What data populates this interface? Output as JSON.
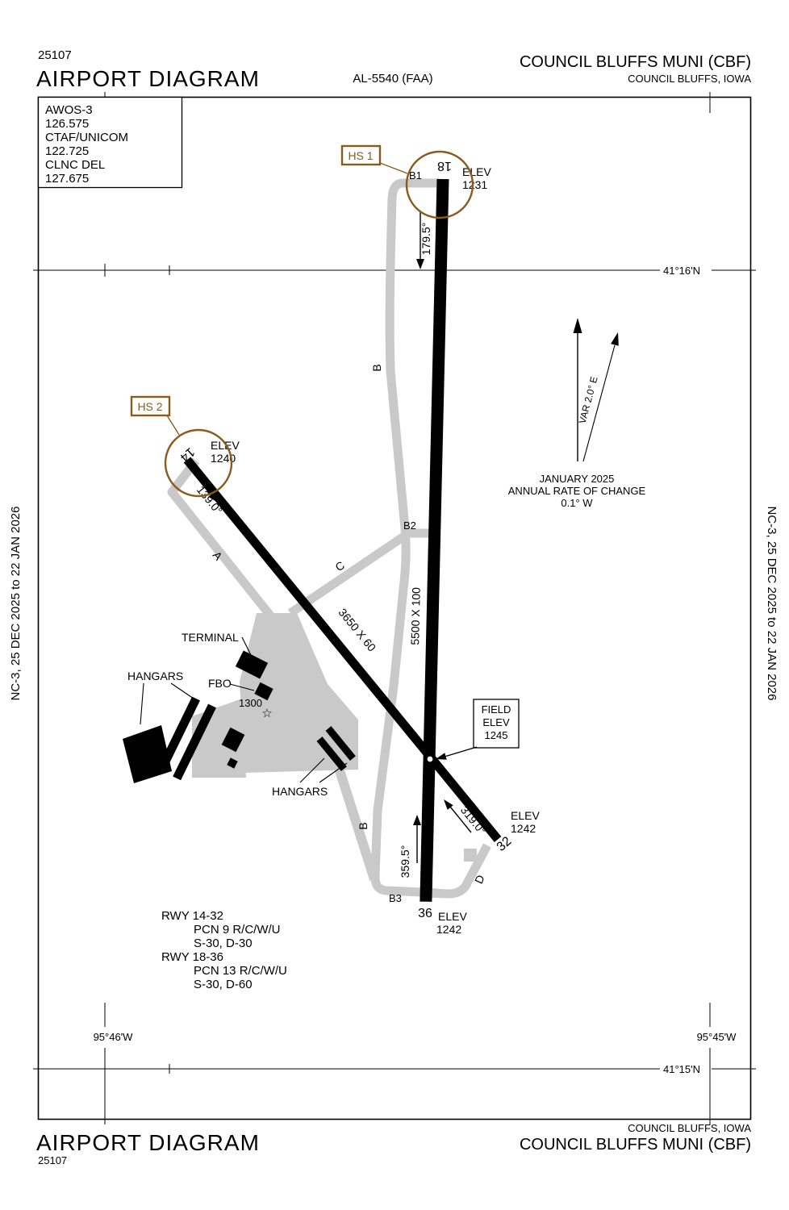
{
  "header": {
    "chart_code": "25107",
    "title": "AIRPORT DIAGRAM",
    "chart_id": "AL-5540 (FAA)",
    "airport": "COUNCIL BLUFFS MUNI (CBF)",
    "city": "COUNCIL BLUFFS, IOWA"
  },
  "footer": {
    "title": "AIRPORT DIAGRAM",
    "chart_code": "25107",
    "airport": "COUNCIL BLUFFS MUNI (CBF)",
    "city": "COUNCIL BLUFFS, IOWA"
  },
  "edge": {
    "effective": "NC-3,  25 DEC 2025  to  22 JAN 2026"
  },
  "comms": {
    "awos_label": "AWOS-3",
    "awos_freq": "126.575",
    "ctaf_label": "CTAF/UNICOM",
    "ctaf_freq": "122.725",
    "clnc_label": "CLNC DEL",
    "clnc_freq": "127.675"
  },
  "grid": {
    "lat_north": "41°16'N",
    "lat_south": "41°15'N",
    "lon_west": "95°46'W",
    "lon_east": "95°45'W"
  },
  "magvar": {
    "var": "VAR 2.0° E",
    "date": "JANUARY 2025",
    "rate_label": "ANNUAL RATE OF CHANGE",
    "rate": "0.1° W"
  },
  "hotspots": {
    "hs1": "HS 1",
    "hs2": "HS 2"
  },
  "runways": {
    "r18_36": {
      "size": "5500 X 100",
      "end18": {
        "num": "18",
        "elev_label": "ELEV",
        "elev": "1231",
        "hdg": "179.5°"
      },
      "end36": {
        "num": "36",
        "elev_label": "ELEV",
        "elev": "1242",
        "hdg": "359.5°"
      }
    },
    "r14_32": {
      "size": "3650 X 60",
      "end14": {
        "num": "14",
        "elev_label": "ELEV",
        "elev": "1240",
        "hdg": "139.0°"
      },
      "end32": {
        "num": "32",
        "elev_label": "ELEV",
        "elev": "1242",
        "hdg": "319.0°"
      }
    }
  },
  "field_elev": {
    "l1": "FIELD",
    "l2": "ELEV",
    "l3": "1245"
  },
  "taxiways": {
    "a": "A",
    "b": "B",
    "c": "C",
    "d": "D",
    "b1": "B1",
    "b2": "B2",
    "b3": "B3"
  },
  "facilities": {
    "terminal": "TERMINAL",
    "fbo": "FBO",
    "hangars_west": "HANGARS",
    "hangars_south": "HANGARS",
    "beacon_elev": "1300",
    "beacon_icon": "☆"
  },
  "runway_data": {
    "l1": "RWY 14-32",
    "l2": "PCN 9 R/C/W/U",
    "l3": "S-30, D-30",
    "l4": "RWY 18-36",
    "l5": "PCN 13 R/C/W/U",
    "l6": "S-30, D-60"
  },
  "colors": {
    "hotspot_brown": "#8a5a1e",
    "taxiway_gray": "#c9c9c9",
    "runway_black": "#000000"
  }
}
